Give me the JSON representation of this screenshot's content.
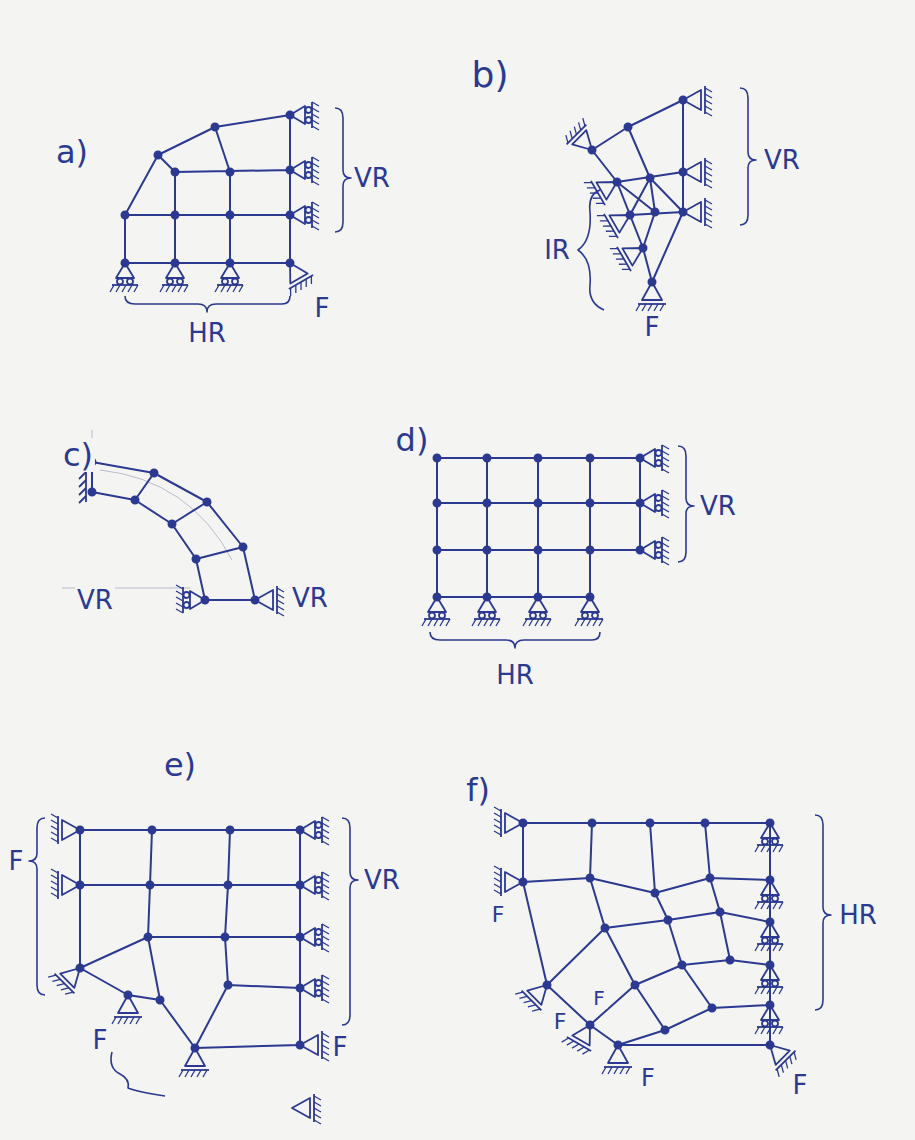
{
  "diagram": {
    "labels": [
      "a)",
      "VR",
      "HR",
      "F",
      "b)",
      "VR",
      "IR",
      "F",
      "c)",
      "VR",
      "VR",
      "d)",
      "VR",
      "HR",
      "e)",
      "F",
      "VR",
      "F",
      "F",
      "f)",
      "F",
      "F",
      "F",
      "F",
      "F",
      "HR"
    ]
  }
}
